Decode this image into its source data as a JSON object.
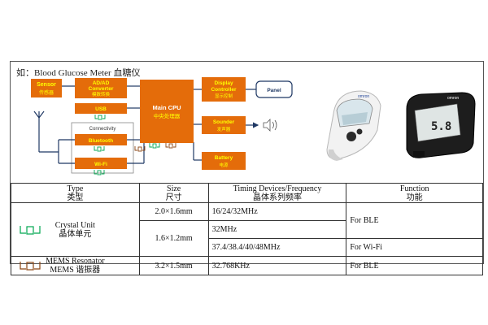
{
  "title": "如：Blood Glucose Meter 血糖仪",
  "colors": {
    "orange": "#e46c0a",
    "yellow": "#ffff00",
    "navy": "#1f3864",
    "green": "#00a650",
    "brown": "#8b4513"
  },
  "blocks": {
    "sensor": {
      "en": "Sensor",
      "cn": "传感器"
    },
    "adad": {
      "en1": "AD/AD",
      "en2": "Converter",
      "cn": "模数转换"
    },
    "usb": {
      "en": "USB"
    },
    "cpu": {
      "en": "Main CPU",
      "cn": "中央处理器"
    },
    "display": {
      "en1": "Display",
      "en2": "Controller",
      "cn": "显示控制"
    },
    "panel": {
      "en": "Panel"
    },
    "sounder": {
      "en": "Sounder",
      "cn": "发声器"
    },
    "battery": {
      "en": "Battery",
      "cn": "电源"
    },
    "connectivity": {
      "label": "Connectivity"
    },
    "bluetooth": {
      "en": "Bluetooth"
    },
    "wifi": {
      "en": "Wi-Fi"
    }
  },
  "meter_photos": {
    "brand": "omron",
    "reading": "5.8"
  },
  "table": {
    "headers": [
      {
        "en": "Type",
        "cn": "类型"
      },
      {
        "en": "Size",
        "cn": "尺寸"
      },
      {
        "en": "Timing Devices/Frequency",
        "cn": "晶体系列频率"
      },
      {
        "en": "Function",
        "cn": "功能"
      }
    ],
    "crystal": {
      "en": "Crystal Unit",
      "cn": "晶体单元"
    },
    "mems": {
      "en": "MEMS Resonator",
      "cn": "MEMS 谐振器"
    },
    "rows": {
      "r1_size": "2.0×1.6mm",
      "r1_freq": "16/24/32MHz",
      "r2_size": "1.6×1.2mm",
      "r2_freq": "32MHz",
      "r3_freq": "37.4/38.4/40/48MHz",
      "ble": "For BLE",
      "wifi": "For Wi-Fi",
      "r4_size": "3.2×1.5mm",
      "r4_freq": "32.768KHz",
      "r4_func": "For BLE"
    }
  }
}
